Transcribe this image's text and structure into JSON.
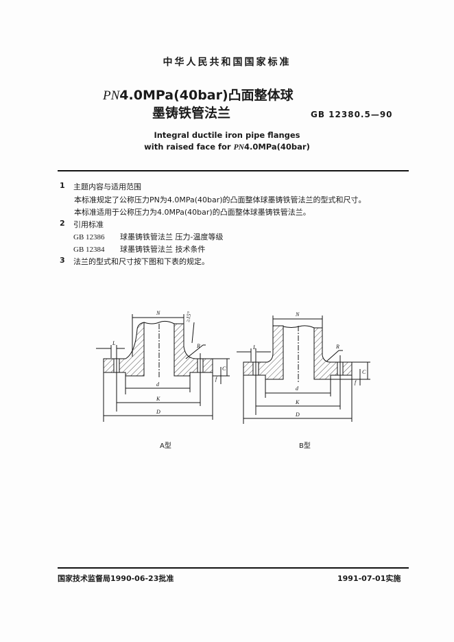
{
  "header": {
    "country_standard": "中华人民共和国国家标准"
  },
  "title": {
    "line1_pn": "PN",
    "line1_rest": "4.0MPa(40bar)凸面整体球",
    "line2": "墨铸铁管法兰",
    "code": "GB 12380.5—90",
    "en_line1": "Integral ductile iron pipe flanges",
    "en_line2_prefix": "with raised face for ",
    "en_line2_pn": "PN",
    "en_line2_rest": "4.0MPa(40bar)"
  },
  "sections": [
    {
      "num": "1",
      "heading": "主题内容与适用范围",
      "paragraphs": [
        "本标准规定了公称压力PN为4.0MPa(40bar)的凸面整体球墨铸铁管法兰的型式和尺寸。",
        "本标准适用于公称压力为4.0MPa(40bar)的凸面整体球墨铸铁管法兰。"
      ]
    },
    {
      "num": "2",
      "heading": "引用标准",
      "references": [
        {
          "code": "GB  12386",
          "title": "球墨铸铁管法兰  压力-温度等级"
        },
        {
          "code": "GB  12384",
          "title": "球墨铸铁管法兰  技术条件"
        }
      ]
    },
    {
      "num": "3",
      "heading": "法兰的型式和尺寸按下图和下表的规定。"
    }
  ],
  "figures": {
    "labels": {
      "N": "N",
      "L": "L",
      "R": "R",
      "C": "C",
      "f": "f",
      "d": "d",
      "K": "K",
      "D": "D",
      "taper": "≥15°"
    },
    "type_a": "A型",
    "type_b": "B型"
  },
  "footer": {
    "approval": "国家技术监督局1990-06-23批准",
    "effective": "1991-07-01实施"
  }
}
